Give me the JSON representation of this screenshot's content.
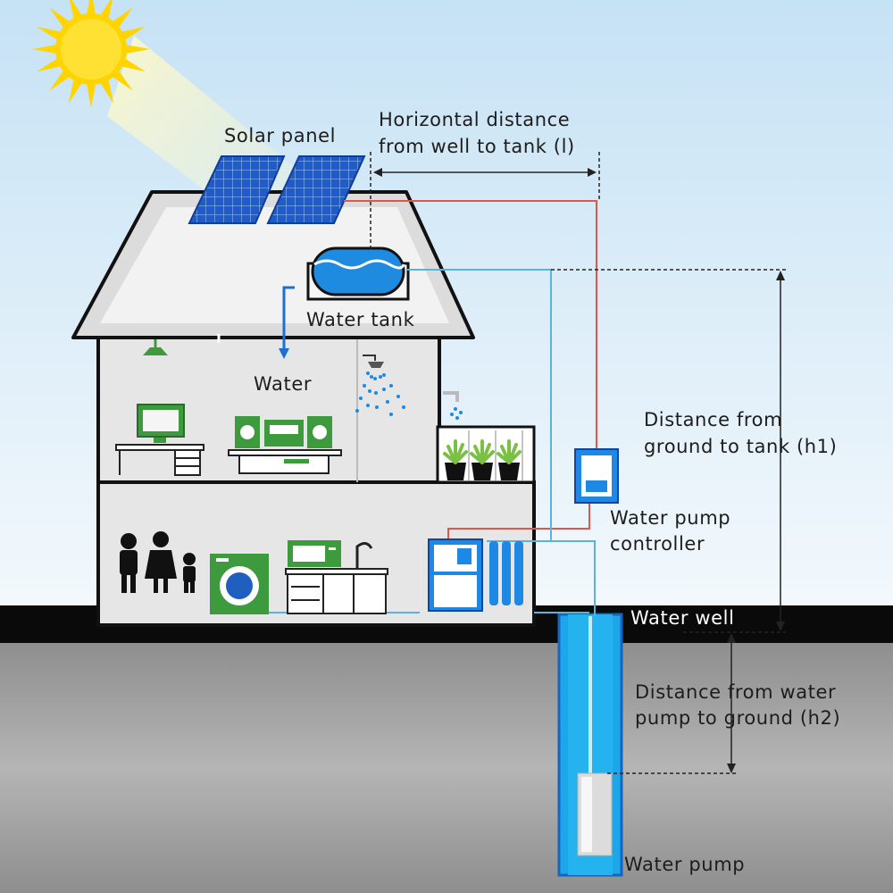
{
  "labels": {
    "solar_panel": "Solar panel",
    "horizontal_distance_line1": "Horizontal distance",
    "horizontal_distance_line2": "from well to tank (l)",
    "water_tank": "Water tank",
    "water": "Water",
    "distance_ground_tank_line1": "Distance from",
    "distance_ground_tank_line2": "ground to tank (h1)",
    "pump_controller_line1": "Water pump",
    "pump_controller_line2": "controller",
    "water_well": "Water well",
    "distance_pump_ground_line1": "Distance from water",
    "distance_pump_ground_line2": "pump to ground (h2)",
    "water_pump": "Water pump"
  },
  "colors": {
    "sky_top": "#c9e4f6",
    "sky_bottom": "#f3f8fc",
    "ground": "#9b9b9b",
    "ground_band": "#0a0a0a",
    "sun": "#ffd400",
    "solar_panel": "#1f5bc9",
    "water_blue": "#1ea6ea",
    "power_line": "#e0564a",
    "water_line": "#5ab2e0",
    "appliance_green": "#3d9a3d",
    "outline": "#1a1a1a"
  }
}
